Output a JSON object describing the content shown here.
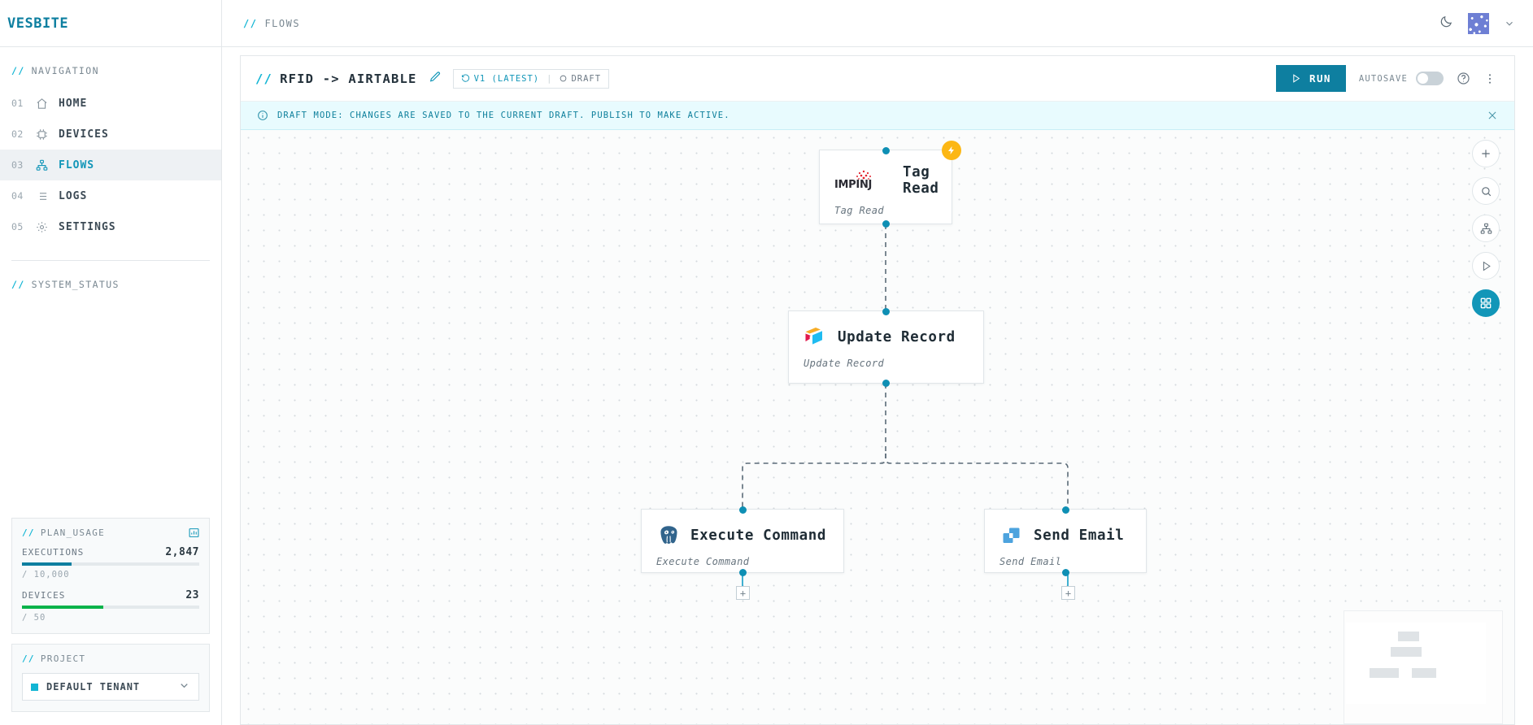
{
  "brand": {
    "name": "VESBITE"
  },
  "sidebar": {
    "nav_label": "NAVIGATION",
    "items": [
      {
        "num": "01",
        "label": "HOME",
        "icon": "home-icon"
      },
      {
        "num": "02",
        "label": "DEVICES",
        "icon": "chip-icon"
      },
      {
        "num": "03",
        "label": "FLOWS",
        "icon": "hierarchy-icon"
      },
      {
        "num": "04",
        "label": "LOGS",
        "icon": "list-icon"
      },
      {
        "num": "05",
        "label": "SETTINGS",
        "icon": "gear-icon"
      }
    ],
    "status_label": "SYSTEM_STATUS",
    "plan_usage": {
      "title": "PLAN_USAGE",
      "chart_icon": "bar-chart-icon",
      "metrics": [
        {
          "name": "EXECUTIONS",
          "value": "2,847",
          "limit": "/ 10,000",
          "pct": 28,
          "color": "#0e7fa0"
        },
        {
          "name": "DEVICES",
          "value": "23",
          "limit": "/ 50",
          "pct": 46,
          "color": "#09b34a"
        }
      ]
    },
    "project": {
      "title": "PROJECT",
      "selected": "DEFAULT TENANT",
      "dot_color": "#12b5d4"
    }
  },
  "topbar": {
    "breadcrumb": "FLOWS",
    "theme_icon": "moon-icon",
    "avatar": "user-avatar",
    "chevron": "chevron-down-icon"
  },
  "flow": {
    "title": "RFID -> AIRTABLE",
    "edit_icon": "pencil-icon",
    "version": "V1 (LATEST)",
    "state": "DRAFT",
    "run_label": "RUN",
    "autosave_label": "AUTOSAVE",
    "autosave_on": false,
    "help_icon": "help-circle-icon",
    "more_icon": "kebab-menu-icon"
  },
  "banner": {
    "text": "DRAFT MODE: CHANGES ARE SAVED TO THE CURRENT DRAFT. PUBLISH TO MAKE ACTIVE.",
    "info_icon": "info-icon",
    "close_icon": "close-icon"
  },
  "canvas": {
    "nodes": [
      {
        "id": "tag-read",
        "title": "Tag Read",
        "subtitle": "Tag Read",
        "logo": "impinj-logo",
        "badge": "lightning-badge"
      },
      {
        "id": "update-record",
        "title": "Update Record",
        "subtitle": "Update Record",
        "logo": "airtable-logo",
        "badge": null
      },
      {
        "id": "execute-command",
        "title": "Execute Command",
        "subtitle": "Execute Command",
        "logo": "postgresql-logo",
        "badge": null
      },
      {
        "id": "send-email",
        "title": "Send Email",
        "subtitle": "Send Email",
        "logo": "email-logo",
        "badge": null
      }
    ],
    "add_node_label": "+",
    "rail": [
      {
        "icon": "plus-icon",
        "active": false
      },
      {
        "icon": "search-icon",
        "active": false
      },
      {
        "icon": "hierarchy-icon",
        "active": false
      },
      {
        "icon": "play-icon",
        "active": false
      },
      {
        "icon": "grid-icon",
        "active": true
      }
    ]
  }
}
